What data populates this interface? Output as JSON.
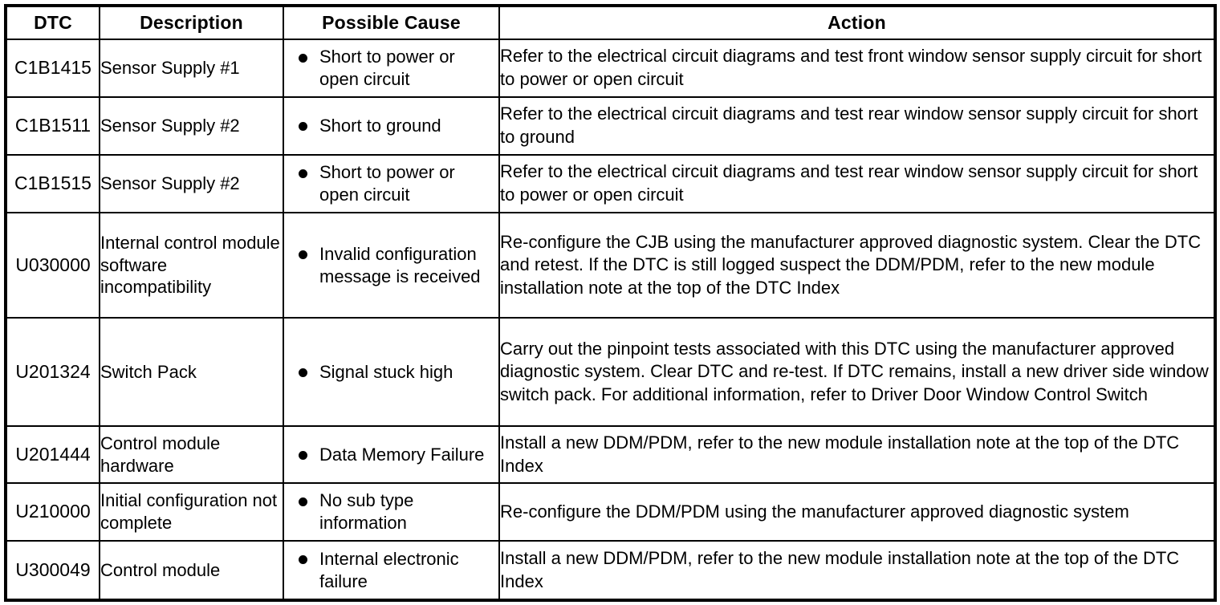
{
  "table": {
    "columns": [
      {
        "key": "dtc",
        "label": "DTC"
      },
      {
        "key": "desc",
        "label": "Description"
      },
      {
        "key": "cause",
        "label": "Possible Cause"
      },
      {
        "key": "action",
        "label": "Action"
      }
    ],
    "rows": [
      {
        "dtc": "C1B1415",
        "description": "Sensor Supply #1",
        "causes": [
          "Short to power or open circuit"
        ],
        "action": "Refer to the electrical circuit diagrams and test front window sensor supply circuit for short to power or open circuit"
      },
      {
        "dtc": "C1B1511",
        "description": "Sensor Supply #2",
        "causes": [
          "Short to ground"
        ],
        "action": "Refer to the electrical circuit diagrams and test rear window sensor supply circuit for short to ground"
      },
      {
        "dtc": "C1B1515",
        "description": "Sensor Supply #2",
        "causes": [
          "Short to power or open circuit"
        ],
        "action": "Refer to the electrical circuit diagrams and test rear window sensor supply circuit for short to power or open circuit"
      },
      {
        "dtc": "U030000",
        "description": "Internal control module software incompatibility",
        "causes": [
          "Invalid configuration message is received"
        ],
        "action": "Re-configure the CJB using the manufacturer approved diagnostic system. Clear the DTC and retest. If the DTC is still logged suspect the DDM/PDM, refer to the new module installation note at the top of the DTC Index"
      },
      {
        "dtc": "U201324",
        "description": "Switch Pack",
        "causes": [
          "Signal stuck high"
        ],
        "action": "Carry out the pinpoint tests associated with this DTC using the manufacturer approved diagnostic system. Clear DTC and re-test. If DTC remains, install a new driver side window switch pack. For additional information, refer to Driver Door Window Control Switch"
      },
      {
        "dtc": "U201444",
        "description": "Control module hardware",
        "causes": [
          "Data Memory Failure"
        ],
        "action": "Install a new DDM/PDM, refer to the new module installation note at the top of the DTC Index"
      },
      {
        "dtc": "U210000",
        "description": "Initial configuration not complete",
        "causes": [
          "No sub type information"
        ],
        "action": "Re-configure the DDM/PDM using the manufacturer approved diagnostic system"
      },
      {
        "dtc": "U300049",
        "description": "Control module",
        "causes": [
          "Internal electronic failure"
        ],
        "action": "Install a new DDM/PDM, refer to the new module installation note at the top of the DTC Index"
      }
    ]
  },
  "colors": {
    "border": "#000000",
    "text": "#000000",
    "background": "#ffffff"
  }
}
